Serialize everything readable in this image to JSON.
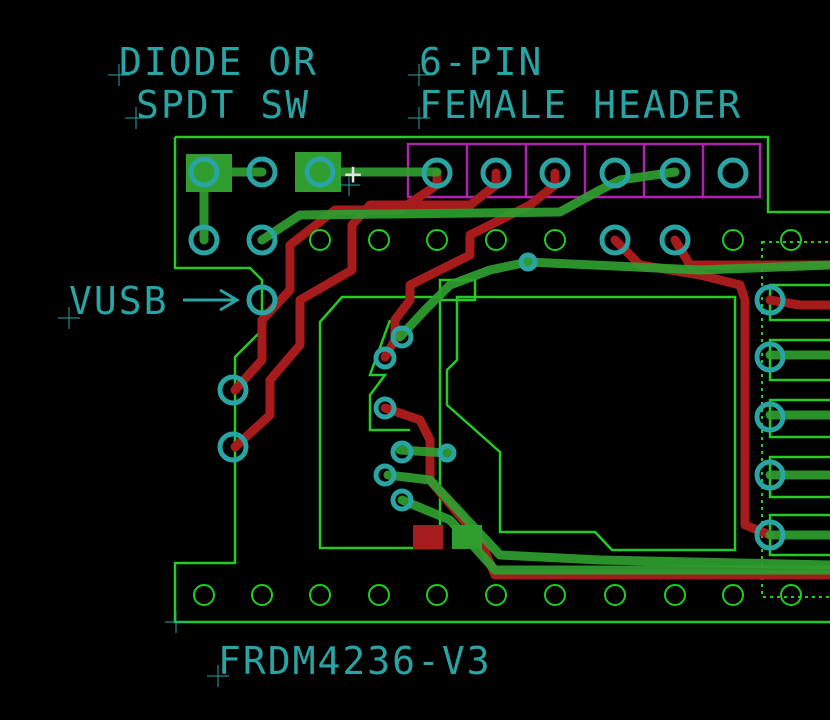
{
  "labels": {
    "diode_line1": "DIODE OR",
    "diode_line2": "SPDT SW",
    "header_line1": "6-PIN",
    "header_line2": "FEMALE HEADER",
    "vusb": "VUSB",
    "board_name": "FRDM4236-V3",
    "plus_mark": "+"
  },
  "colors": {
    "silkscreen": "#2aa3a3",
    "outline": "#22cc22",
    "top_copper": "#a61c1c",
    "bottom_copper": "#2f9e2f",
    "header_outline": "#b021b0",
    "background": "#000000"
  }
}
